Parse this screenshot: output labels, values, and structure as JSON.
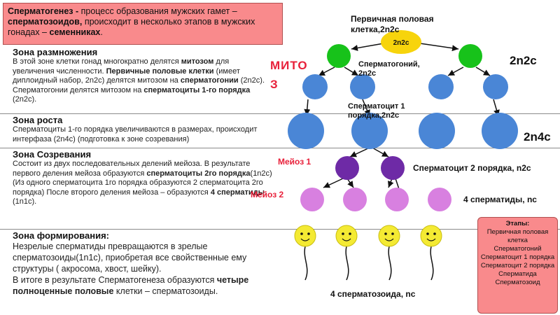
{
  "definition": {
    "term": "Сперматогенез -",
    "text1": " процесс образования мужских гамет – ",
    "term2": "сперматозоидов,",
    "text2": " происходит в несколько этапов в мужских гонадах – ",
    "term3": "семенниках",
    "end": "."
  },
  "zones": {
    "reproduction": {
      "title": "Зона размножения",
      "p1": "В этой зоне клетки гонад многократно делятся ",
      "b1": "митозом",
      "p2": " для увеличения численности. ",
      "b2": "Первичные половые клетки",
      "p3": " (имеет диплоидный набор, 2n2c) делятся митозом на ",
      "b3": "сперматогонии",
      "p4": " (2n2c). Сперматогонии делятся митозом на ",
      "b4": "сперматоциты 1-го порядка",
      "p5": " (2n2c)."
    },
    "growth": {
      "title": "Зона роста",
      "text": "Сперматоциты 1-го порядка  увеличиваются в размерах, происходит интерфаза (2n4c) (подготовка к зоне созревания)"
    },
    "maturation": {
      "title": "Зона Созревания",
      "p1": "Состоит из двух последовательных делений мейоза. В результате первого деления мейоза образуются ",
      "b1": "сперматоциты 2го порядка",
      "p2": "(1n2c) (Из одного сперматоцита 1го порядка образуются 2 сперматоцита 2го порядка) После второго деления мейоза – образуются ",
      "b2": "4 сперматиды",
      "p3": " (1n1c)."
    },
    "formation": {
      "title": "Зона формирования:",
      "p1": "Незрелые сперматиды превращаются в зрелые сперматозоиды(1n1c), приобретая все свойственные ему структуры ( акросома, хвост, шейку).",
      "p2": "В итоге в результате Сперматогенеза образуются ",
      "b1": "четыре полноценные половые",
      "p3": " клетки – сперматозоиды."
    }
  },
  "diagram": {
    "primary_cell_label": "Первичная половая клетка,2n2c",
    "primary_cell_ploidy": "2n2c",
    "mitosis_label": "МИТО З",
    "spermatogonia_label": "Сперматогоний, 2n2c",
    "ploidy_2n2c": "2n2c",
    "spermatocyte1_label": "Сперматоцит 1 порядка,2n2c",
    "ploidy_2n4c": "2n4c",
    "meiosis1_label": "Мейоз 1",
    "meiosis2_label": "Мейоз 2",
    "spermatocyte2_label": "Сперматоцит 2 порядка, n2c",
    "spermatids_label": "4 сперматиды, nc",
    "spermatozoa_label": "4 сперматозоида, nc",
    "colors": {
      "primary": "#f7d40c",
      "green": "#17c21a",
      "blue": "#4a86d6",
      "purple": "#6e2aa6",
      "lilac": "#d880e0",
      "yellow": "#f4ea33"
    }
  },
  "stages": {
    "title": "Этапы:",
    "items": [
      "Первичная половая клетка",
      "Сперматогоний",
      "Сперматоцит 1 порядка",
      "Сперматоцит 2 порядка",
      "Сперматида",
      "Сперматозоид"
    ]
  }
}
